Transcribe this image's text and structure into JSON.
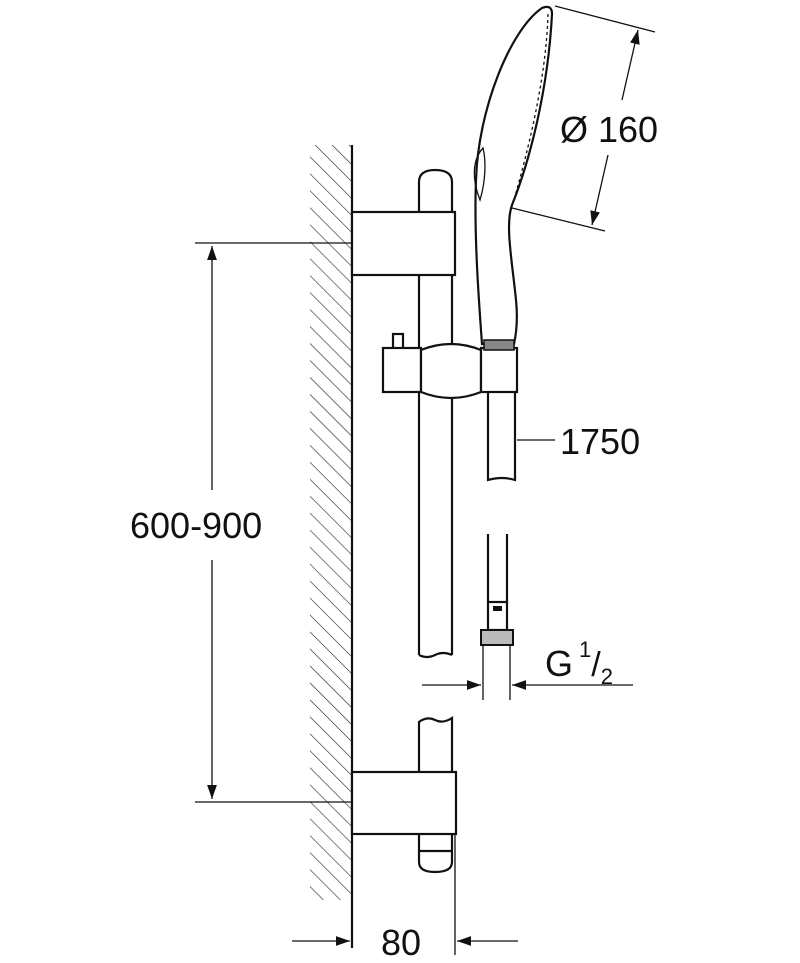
{
  "dimensions": {
    "showerhead_diameter": "Ø 160",
    "hose_length": "1750",
    "bracket_spacing": "600-900",
    "thread_letter": "G",
    "thread_num": "1",
    "thread_den": "2",
    "wall_projection": "80"
  }
}
